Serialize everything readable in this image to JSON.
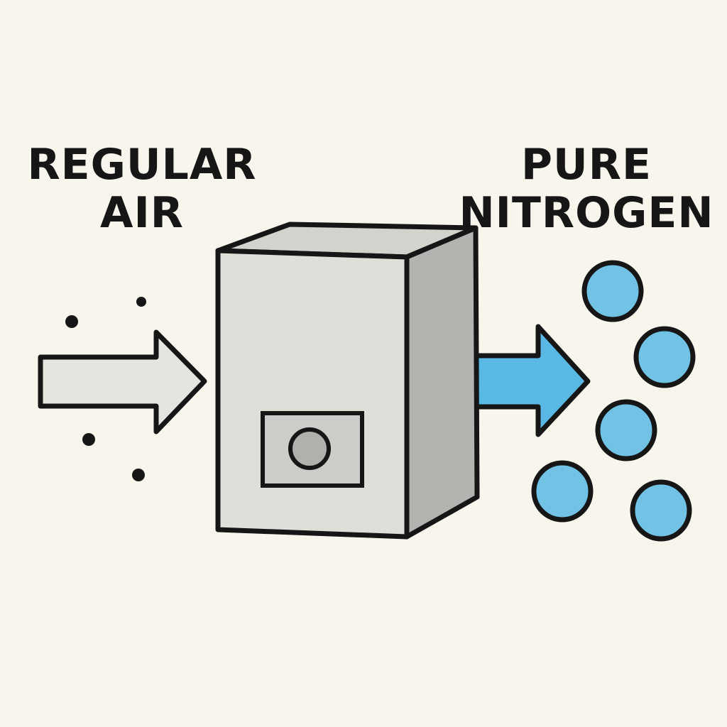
{
  "input_label": {
    "line1": "REGULAR",
    "line2": "AIR"
  },
  "output_label": {
    "line1": "PURE",
    "line2": "NITROGEN"
  },
  "colors": {
    "background": "#f8f5ec",
    "outline": "#161616",
    "input_arrow": "#e6e4de",
    "output_arrow": "#5ab8e4",
    "molecule": "#72c2e6",
    "box_front": "#e0ded8",
    "box_top": "#d3d2cd",
    "box_side": "#b4b3af",
    "panel": "#ccccc8"
  },
  "icons": {
    "machine": "nitrogen-generator-icon",
    "input_arrow": "arrow-right-icon",
    "output_arrow": "arrow-right-icon"
  }
}
